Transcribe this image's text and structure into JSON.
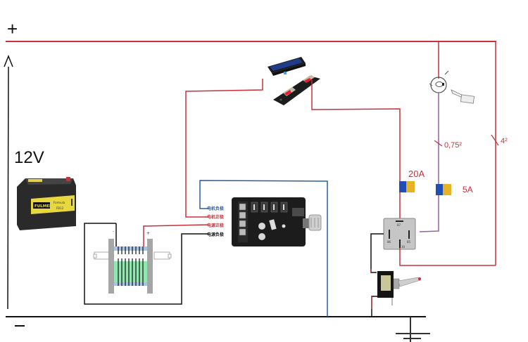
{
  "labels": {
    "positive": "+",
    "negative": "−",
    "voltage_arrow": "^",
    "voltage": "12V",
    "fuse_large": "20A",
    "fuse_small": "5A",
    "wire_thin": "0,75²",
    "wire_thick": "4²"
  },
  "battery": {
    "brand": "FULMEN",
    "series": "Formula",
    "code": "FB12"
  },
  "motor_controller": {
    "terminals": [
      {
        "label": "电机负极",
        "meaning": "motor negative",
        "color": "#2c5f9e"
      },
      {
        "label": "电机正极",
        "meaning": "motor positive",
        "color": "#c8313a"
      },
      {
        "label": "电源正极",
        "meaning": "power positive",
        "color": "#c8313a"
      },
      {
        "label": "电源负极",
        "meaning": "power negative",
        "color": "#111111"
      }
    ]
  },
  "relay": {
    "pins": [
      "87",
      "86",
      "85",
      "30"
    ]
  },
  "electrolyzer": {
    "terminal_neg": "-",
    "terminal_pos": "+"
  },
  "colors": {
    "positive_wire": "#c8313a",
    "ground_wire": "#111111",
    "motor_neg_wire": "#2c5f9e",
    "signal_wire": "#9b5fa8",
    "fuse_blue": "#1f4fb5",
    "fuse_yellow": "#e6b326"
  }
}
